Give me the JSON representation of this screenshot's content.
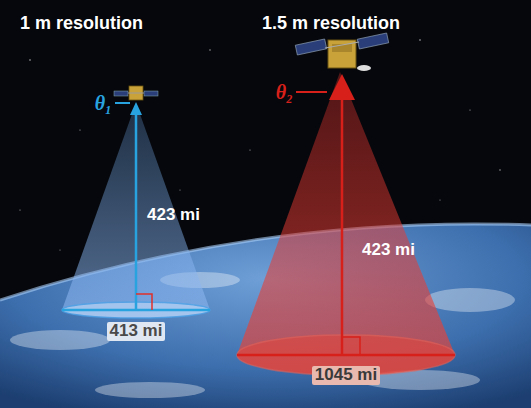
{
  "diagram": {
    "labels": [
      "1 m resolution",
      "1.5 m resolution",
      "θ₁",
      "θ₂",
      "423 mi",
      "413 mi",
      "423 mi",
      "1045 mi"
    ]
  }
}
